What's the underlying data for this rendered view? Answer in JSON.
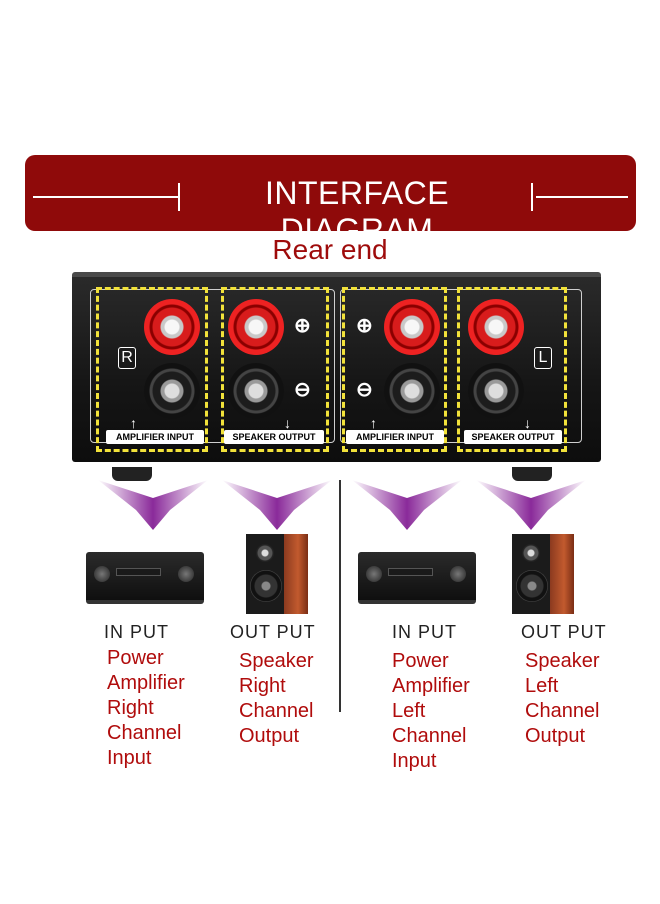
{
  "banner": {
    "title": "INTERFACE DIAGRAM"
  },
  "subtitle": "Rear end",
  "panel": {
    "channel_left_letter": "R",
    "channel_right_letter": "L",
    "labels": [
      "AMPLIFIER INPUT",
      "SPEAKER OUTPUT",
      "AMPLIFIER INPUT",
      "SPEAKER OUTPUT"
    ],
    "plus_sign": "⊕",
    "minus_sign": "⊖"
  },
  "columns": [
    {
      "head": "IN PUT",
      "lines": [
        "Power",
        "Amplifier",
        "Right",
        "Channel",
        "Input"
      ]
    },
    {
      "head": "OUT PUT",
      "lines": [
        "Speaker",
        "Right",
        "Channel",
        "Output"
      ]
    },
    {
      "head": "IN PUT",
      "lines": [
        "Power",
        "Amplifier",
        "Left",
        "Channel",
        "Input"
      ]
    },
    {
      "head": "OUT PUT",
      "lines": [
        "Speaker",
        "Left",
        "Channel",
        "Output"
      ]
    }
  ],
  "colors": {
    "banner": "#8f0a0a",
    "accent_red": "#b00c0c",
    "arrow_purple": "#8a2a9a",
    "zone_yellow": "#f2e23a"
  }
}
